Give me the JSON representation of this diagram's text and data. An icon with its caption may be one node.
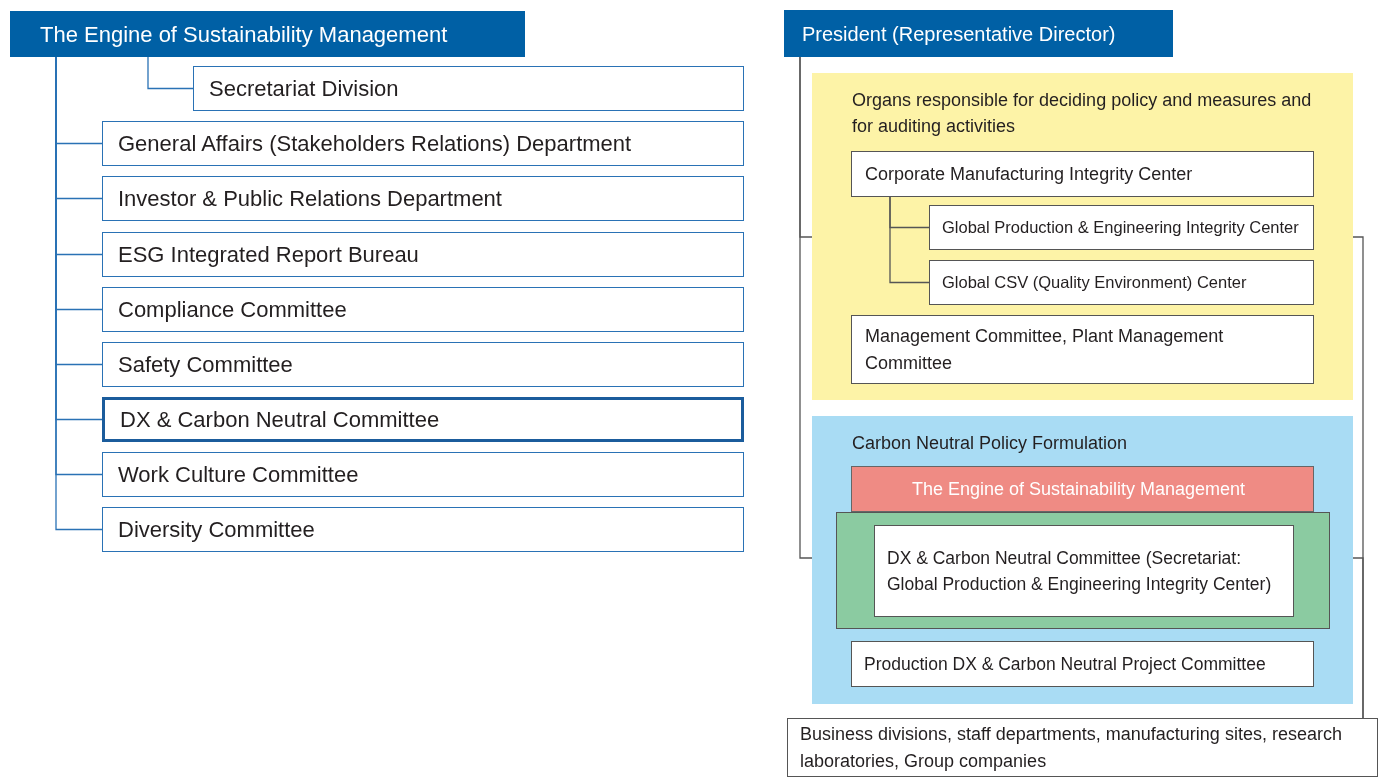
{
  "diagram": {
    "nodes": [
      {
        "text": [
          "The Engine of Sustainability Management"
        ]
      },
      {
        "text": [
          "Secretariat Division"
        ]
      },
      {
        "text": [
          "General Affairs (Stakeholders Relations) Department"
        ]
      },
      {
        "text": [
          "Investor & Public Relations Department"
        ]
      },
      {
        "text": [
          "ESG Integrated Report Bureau"
        ]
      },
      {
        "text": [
          "Compliance Committee"
        ]
      },
      {
        "text": [
          "Safety Committee"
        ]
      },
      {
        "text": [
          "DX & Carbon Neutral Committee"
        ]
      },
      {
        "text": [
          "Work Culture Committee"
        ]
      },
      {
        "text": [
          "Diversity Committee"
        ]
      },
      {
        "text": [
          "President (Representative Director)"
        ]
      },
      {
        "text": [
          "Organs responsible for deciding policy and measures and for auditing activities"
        ]
      },
      {
        "text": [
          "Corporate Manufacturing Integrity Center"
        ],
        "in": 11
      },
      {
        "text": [
          "Global Production & Engineering Integrity Center"
        ],
        "in": 11
      },
      {
        "text": [
          "Global CSV (Quality Environment) Center"
        ],
        "in": 11
      },
      {
        "text": [
          "Management Committee, Plant Management Committee"
        ],
        "in": 11
      },
      {
        "text": [
          "Carbon Neutral Policy Formulation"
        ]
      },
      {
        "text": [
          "The Engine of Sustainability Management"
        ],
        "in": 16
      },
      {
        "text": [],
        "shape": "box",
        "in": 16
      },
      {
        "text": [
          "DX & Carbon Neutral Committee (Secretariat: Global Production & Engineering Integrity Center)"
        ],
        "in": 18
      },
      {
        "text": [
          "Production DX & Carbon Neutral Project Committee"
        ],
        "in": 16
      },
      {
        "text": [
          "Business divisions, staff departments, manufacturing sites, research laboratories, Group companies"
        ]
      }
    ],
    "edges": [
      {
        "from": 0,
        "to": 1,
        "arrow": "none"
      },
      {
        "from": 0,
        "to": 2,
        "arrow": "none"
      },
      {
        "from": 0,
        "to": 3,
        "arrow": "none"
      },
      {
        "from": 0,
        "to": 4,
        "arrow": "none"
      },
      {
        "from": 0,
        "to": 5,
        "arrow": "none"
      },
      {
        "from": 0,
        "to": 6,
        "arrow": "none"
      },
      {
        "from": 0,
        "to": 7,
        "arrow": "none"
      },
      {
        "from": 0,
        "to": 8,
        "arrow": "none"
      },
      {
        "from": 0,
        "to": 9,
        "arrow": "none"
      },
      {
        "from": 12,
        "to": 13,
        "arrow": "none",
        "color": "#555555"
      },
      {
        "from": 12,
        "to": 14,
        "arrow": "none",
        "color": "#555555"
      },
      {
        "from": 10,
        "to": 11,
        "arrow": "none",
        "color": "#555555"
      },
      {
        "from": 10,
        "to": 16,
        "arrow": "none",
        "color": "#555555"
      },
      {
        "from": 11,
        "to": 21,
        "arrow": "none",
        "color": "#555555"
      },
      {
        "from": 16,
        "to": 21,
        "arrow": "none",
        "color": "#555555"
      }
    ]
  }
}
